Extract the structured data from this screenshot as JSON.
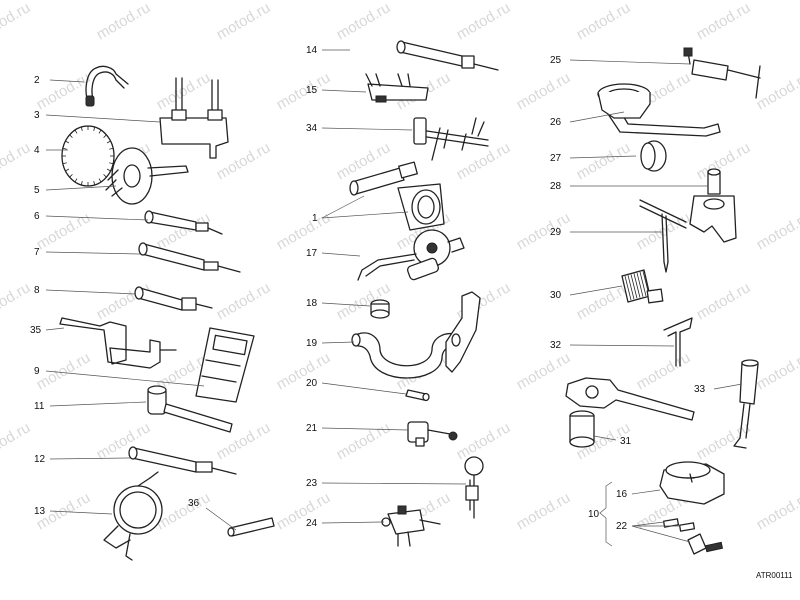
{
  "watermark": "motod.ru",
  "footer_code": "ATR00111",
  "labels": [
    "1",
    "2",
    "3",
    "4",
    "5",
    "6",
    "7",
    "8",
    "9",
    "10",
    "11",
    "12",
    "13",
    "14",
    "15",
    "16",
    "17",
    "18",
    "19",
    "20",
    "21",
    "22",
    "23",
    "24",
    "25",
    "26",
    "27",
    "28",
    "29",
    "30",
    "31",
    "32",
    "33",
    "34",
    "35",
    "36"
  ]
}
